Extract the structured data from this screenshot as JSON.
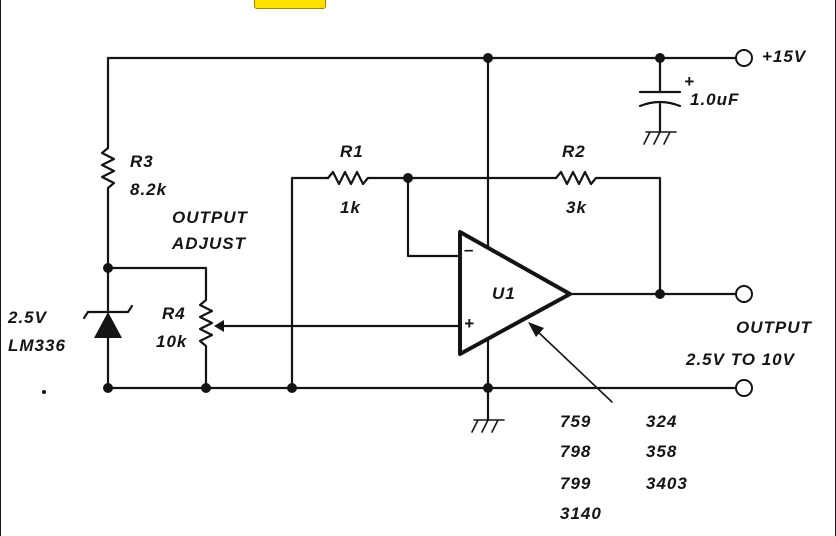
{
  "labels": {
    "supply": "+15V",
    "cap_polarity": "+",
    "cap_value": "1.0uF",
    "r1_name": "R1",
    "r1_value": "1k",
    "r2_name": "R2",
    "r2_value": "3k",
    "r3_name": "R3",
    "r3_value": "8.2k",
    "adjust_line1": "OUTPUT",
    "adjust_line2": "ADJUST",
    "ref_voltage": "2.5V",
    "ref_part": "LM336",
    "r4_name": "R4",
    "r4_value": "10k",
    "opamp_name": "U1",
    "opamp_minus": "–",
    "opamp_plus": "+",
    "output_line1": "OUTPUT",
    "output_line2": "2.5V TO 10V"
  },
  "opamp_parts": {
    "column1": [
      "759",
      "798",
      "799",
      "3140"
    ],
    "column2": [
      "324",
      "358",
      "3403"
    ]
  },
  "colors": {
    "ink": "#141414",
    "background": "#ffffff",
    "tab": "#ffe000"
  }
}
